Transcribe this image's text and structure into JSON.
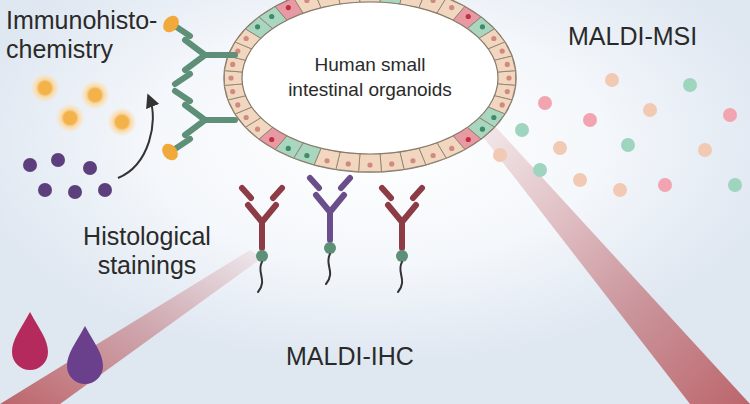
{
  "diagram": {
    "nodes": [
      {
        "text": [
          "Human small intestinal organoids"
        ]
      }
    ],
    "labels": [
      "Immunohisto- chemistry",
      "MALDI-MSI",
      "Histological stainings",
      "MALDI-IHC"
    ]
  }
}
